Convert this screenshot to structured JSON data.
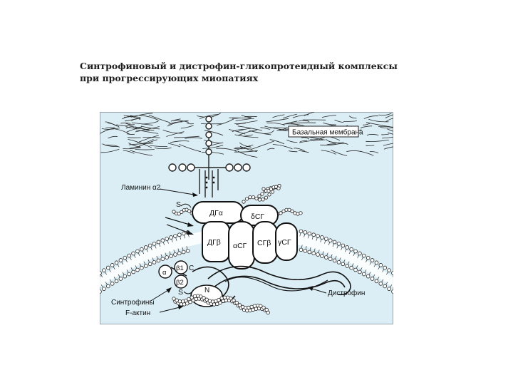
{
  "caption": {
    "line1": "Синтрофиновый и дистрофин-гликопротеидный комплексы",
    "line2": "при прогрессирующих миопатиях"
  },
  "diagram": {
    "labels": {
      "basal_membrane": "Базальная мембрана",
      "laminin": "Ламинин α2",
      "dystrophin": "Дистрофин",
      "syntrophins": "Синтрофины",
      "f_actin": "F-актин"
    },
    "proteins": {
      "dg_alpha": "ДГα",
      "dg_beta": "ДГβ",
      "sg_delta": "δСГ",
      "sg_alpha": "αСГ",
      "sg_beta": "СГβ",
      "sg_gamma": "γСГ",
      "syn_alpha": "α",
      "syn_beta1": "β1",
      "syn_beta2": "β2"
    },
    "markers": {
      "s_top": "S",
      "s_bottom": "S",
      "c_terminus": "C",
      "n_terminus": "N"
    }
  }
}
